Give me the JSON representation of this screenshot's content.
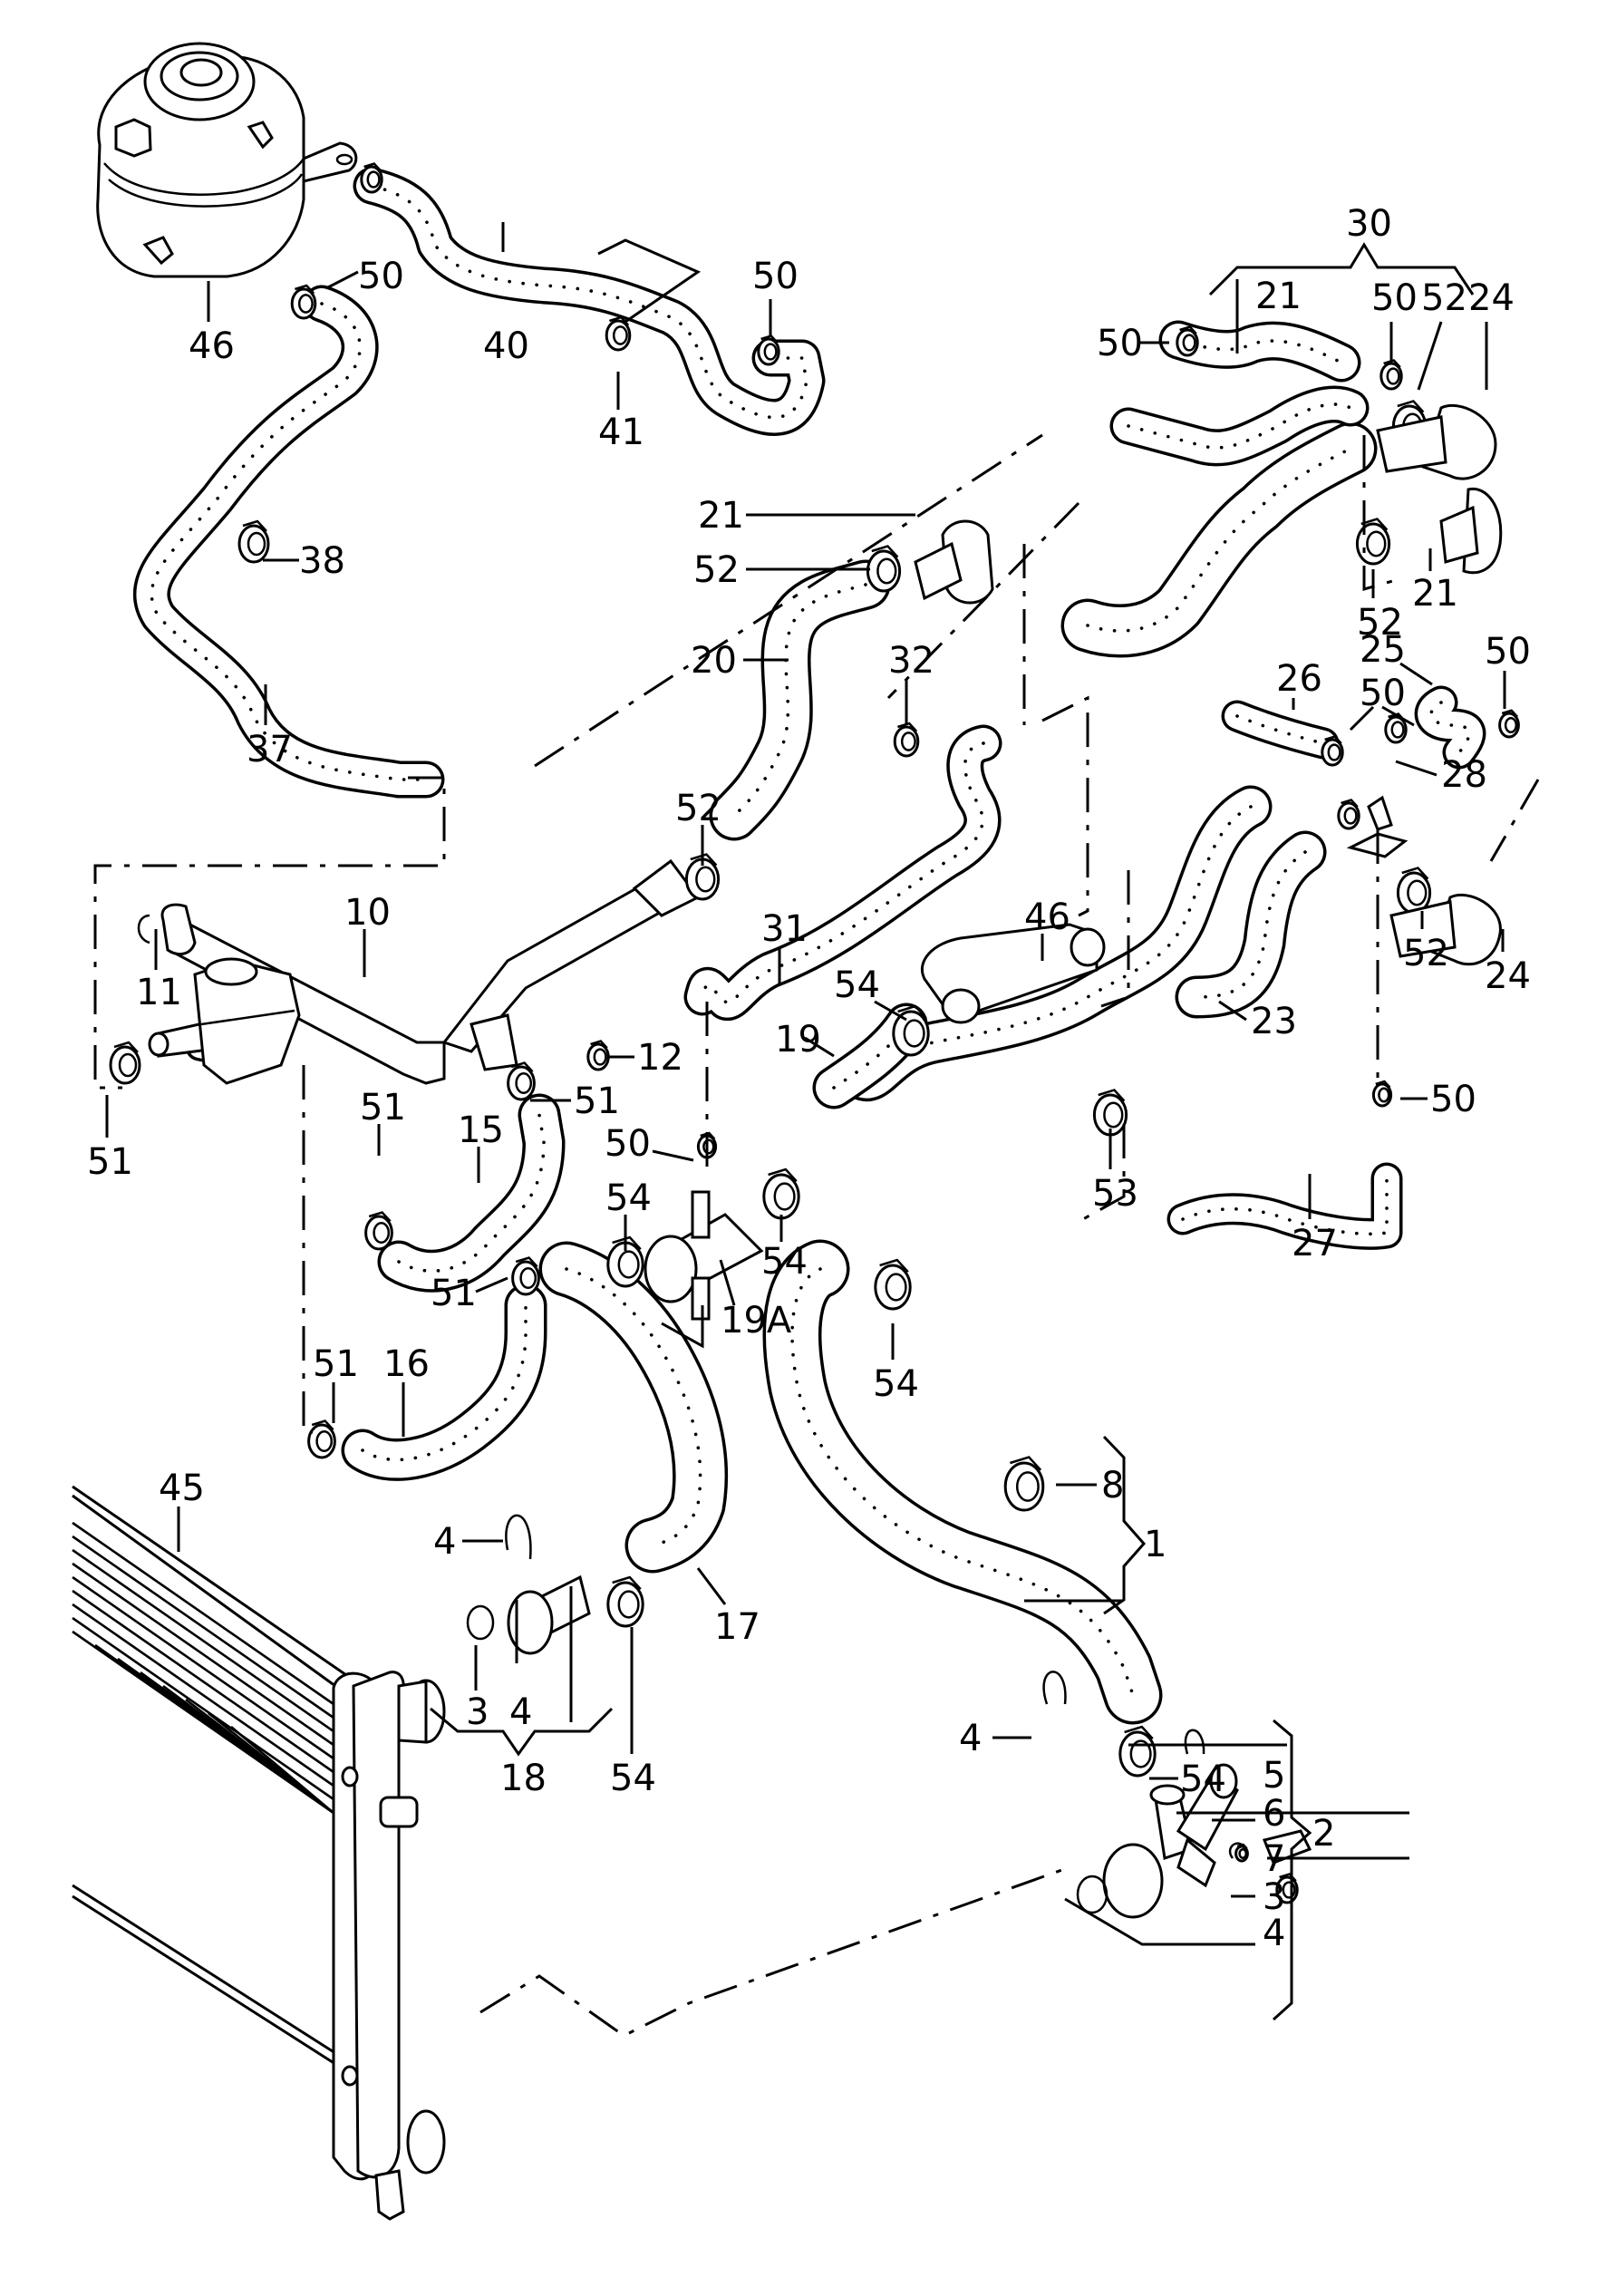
{
  "diagram": {
    "title": "",
    "type": "exploded-parts-diagram",
    "subject": "coolant hoses, expansion tank, radiator and connectors",
    "colors": {
      "line": "#000000",
      "background": "#ffffff"
    }
  },
  "callouts": [
    {
      "id": "c46a",
      "label": "46"
    },
    {
      "id": "c50a",
      "label": "50"
    },
    {
      "id": "c40",
      "label": "40"
    },
    {
      "id": "c41",
      "label": "41"
    },
    {
      "id": "c50b",
      "label": "50"
    },
    {
      "id": "c38",
      "label": "38"
    },
    {
      "id": "c37",
      "label": "37"
    },
    {
      "id": "c21a",
      "label": "21"
    },
    {
      "id": "c52a",
      "label": "52"
    },
    {
      "id": "c20",
      "label": "20"
    },
    {
      "id": "c52b",
      "label": "52"
    },
    {
      "id": "c30",
      "label": "30"
    },
    {
      "id": "c21b",
      "label": "21"
    },
    {
      "id": "c50c",
      "label": "50"
    },
    {
      "id": "c50d",
      "label": "50"
    },
    {
      "id": "c52c",
      "label": "52"
    },
    {
      "id": "c24a",
      "label": "24"
    },
    {
      "id": "c52d",
      "label": "52"
    },
    {
      "id": "c21c",
      "label": "21"
    },
    {
      "id": "c25",
      "label": "25"
    },
    {
      "id": "c26",
      "label": "26"
    },
    {
      "id": "c50e",
      "label": "50"
    },
    {
      "id": "c50f",
      "label": "50"
    },
    {
      "id": "c28",
      "label": "28"
    },
    {
      "id": "c52e",
      "label": "52"
    },
    {
      "id": "c24b",
      "label": "24"
    },
    {
      "id": "c23",
      "label": "23"
    },
    {
      "id": "c50g",
      "label": "50"
    },
    {
      "id": "c27",
      "label": "27"
    },
    {
      "id": "c53",
      "label": "53"
    },
    {
      "id": "c32",
      "label": "32"
    },
    {
      "id": "c31",
      "label": "31"
    },
    {
      "id": "c46b",
      "label": "46"
    },
    {
      "id": "c54a",
      "label": "54"
    },
    {
      "id": "c19",
      "label": "19"
    },
    {
      "id": "c12",
      "label": "12"
    },
    {
      "id": "c10",
      "label": "10"
    },
    {
      "id": "c11",
      "label": "11"
    },
    {
      "id": "c51a",
      "label": "51"
    },
    {
      "id": "c51b",
      "label": "51"
    },
    {
      "id": "c51c",
      "label": "51"
    },
    {
      "id": "c15",
      "label": "15"
    },
    {
      "id": "c50h",
      "label": "50"
    },
    {
      "id": "c54b",
      "label": "54"
    },
    {
      "id": "c54c",
      "label": "54"
    },
    {
      "id": "c19A",
      "label": "19A"
    },
    {
      "id": "c51d",
      "label": "51"
    },
    {
      "id": "c51e",
      "label": "51"
    },
    {
      "id": "c16",
      "label": "16"
    },
    {
      "id": "c54d",
      "label": "54"
    },
    {
      "id": "c8",
      "label": "8"
    },
    {
      "id": "c1",
      "label": "1"
    },
    {
      "id": "c45",
      "label": "45"
    },
    {
      "id": "c4a",
      "label": "4"
    },
    {
      "id": "c17",
      "label": "17"
    },
    {
      "id": "c3a",
      "label": "3"
    },
    {
      "id": "c4b",
      "label": "4"
    },
    {
      "id": "c18",
      "label": "18"
    },
    {
      "id": "c54e",
      "label": "54"
    },
    {
      "id": "c54f",
      "label": "54"
    },
    {
      "id": "c4c",
      "label": "4"
    },
    {
      "id": "c5",
      "label": "5"
    },
    {
      "id": "c6",
      "label": "6"
    },
    {
      "id": "c7",
      "label": "7"
    },
    {
      "id": "c2",
      "label": "2"
    },
    {
      "id": "c3b",
      "label": "3"
    },
    {
      "id": "c4d",
      "label": "4"
    }
  ],
  "groups": [
    {
      "label": "30",
      "members": [
        "21",
        "50",
        "52",
        "24"
      ]
    },
    {
      "label": "1",
      "members": [
        "8",
        "hose"
      ]
    },
    {
      "label": "18",
      "members": [
        "3",
        "4"
      ]
    },
    {
      "label": "2",
      "members": [
        "5",
        "6",
        "7",
        "3",
        "4"
      ]
    }
  ]
}
